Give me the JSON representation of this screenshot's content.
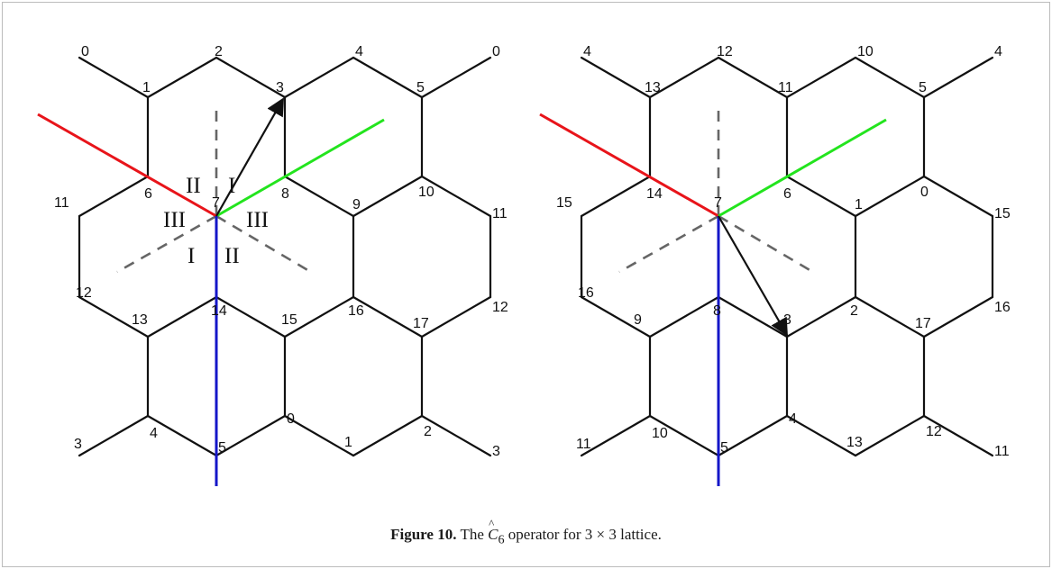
{
  "colors": {
    "lattice": "#111111",
    "red_axis": "#e8141a",
    "green_axis": "#23e41e",
    "blue_axis": "#1416c8",
    "dashed": "#666666",
    "arrow": "#111111"
  },
  "left_panel": {
    "site_labels": [
      "0",
      "1",
      "2",
      "3",
      "4",
      "5",
      "0",
      "11",
      "6",
      "7",
      "8",
      "9",
      "10",
      "11",
      "12",
      "13",
      "14",
      "15",
      "16",
      "17",
      "12",
      "3",
      "4",
      "5",
      "0",
      "1",
      "2",
      "3"
    ],
    "sector_labels": [
      "II",
      "I",
      "III",
      "III",
      "I",
      "II"
    ]
  },
  "right_panel": {
    "site_labels": [
      "4",
      "13",
      "12",
      "11",
      "10",
      "5",
      "4",
      "15",
      "14",
      "7",
      "6",
      "1",
      "0",
      "15",
      "16",
      "9",
      "8",
      "3",
      "2",
      "17",
      "16",
      "11",
      "10",
      "5",
      "4",
      "13",
      "12",
      "11"
    ]
  },
  "caption": {
    "figure_label": "Figure 10.",
    "text_before": "The",
    "operator_symbol": "C",
    "operator_subscript": "6",
    "text_after": "operator for 3 × 3 lattice."
  }
}
